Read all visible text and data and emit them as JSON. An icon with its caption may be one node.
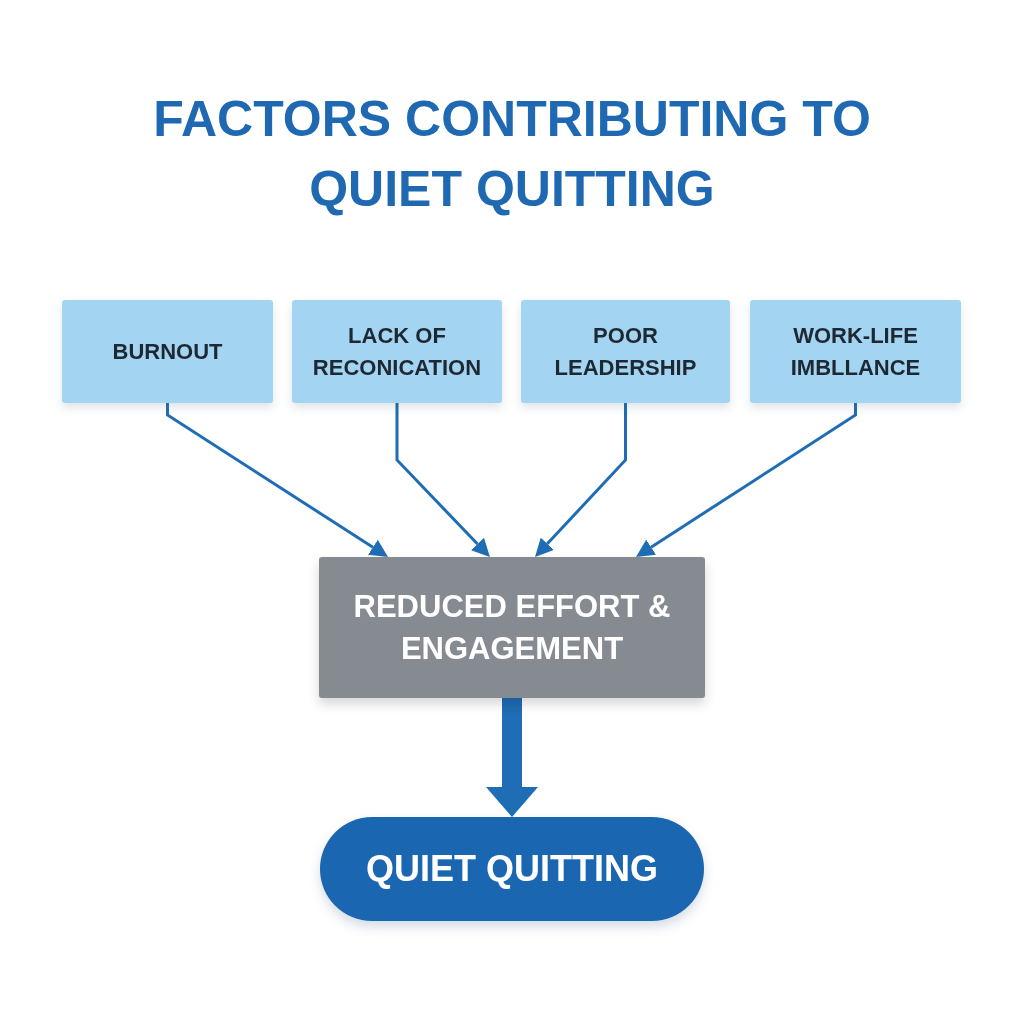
{
  "diagram": {
    "title": "FACTORS CONTRIBUTING TO QUIET QUITTING",
    "nodes": [
      {
        "text": [
          "BURNOUT"
        ]
      },
      {
        "text": [
          "LACK OF RECONICATION"
        ]
      },
      {
        "text": [
          "POOR LEADERSHIP"
        ]
      },
      {
        "text": [
          "WORK-LIFE IMBLLANCE"
        ]
      },
      {
        "text": [
          "REDUCED EFFORT & ENGAGEMENT"
        ]
      },
      {
        "text": [
          "QUIET QUITTING"
        ]
      }
    ],
    "edges": [
      {
        "from": 0,
        "to": 4,
        "arrow": "to"
      },
      {
        "from": 1,
        "to": 4,
        "arrow": "to"
      },
      {
        "from": 2,
        "to": 4,
        "arrow": "to"
      },
      {
        "from": 3,
        "to": 4,
        "arrow": "to"
      },
      {
        "from": 4,
        "to": 5,
        "arrow": "to",
        "style": "thick"
      }
    ]
  }
}
